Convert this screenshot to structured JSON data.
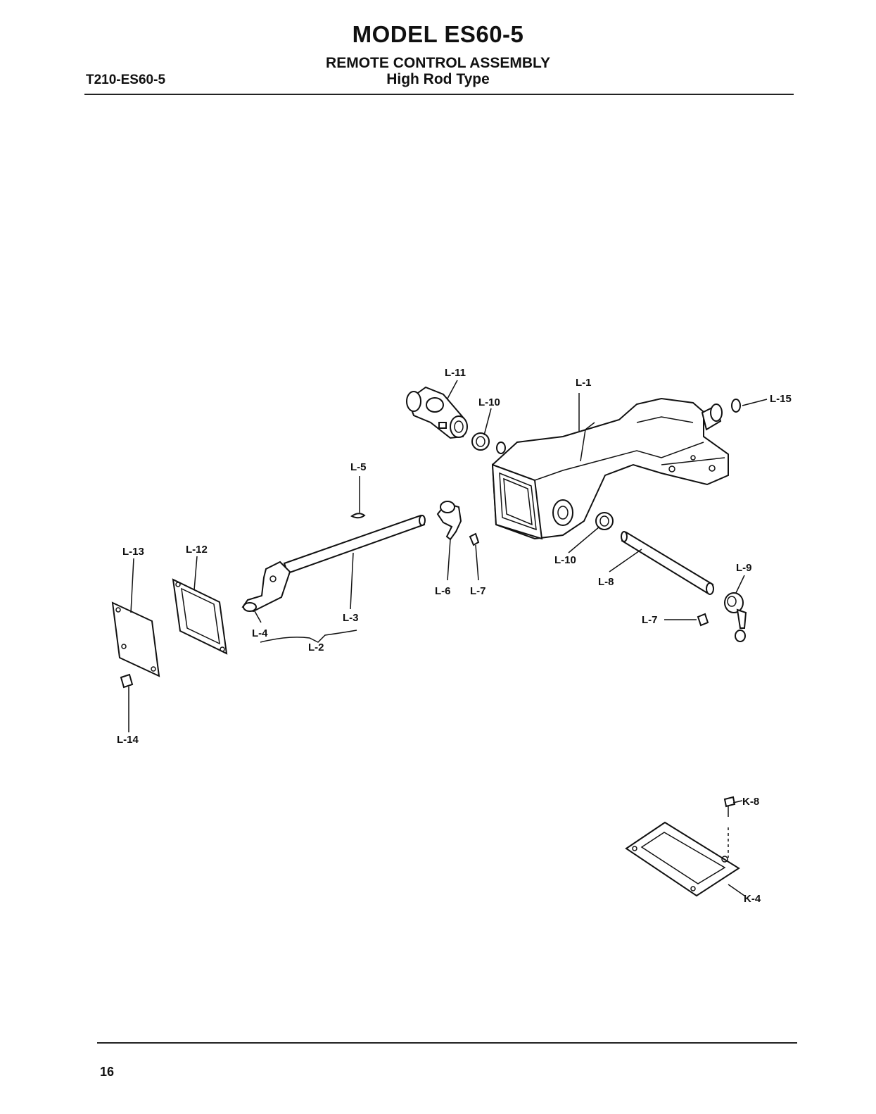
{
  "header": {
    "title": "MODEL ES60-5",
    "subtitle": "REMOTE CONTROL ASSEMBLY",
    "subtitle2": "High Rod Type",
    "doc_id": "T210-ES60-5"
  },
  "footer": {
    "page_number": "16"
  },
  "callouts": {
    "L1": "L-1",
    "L2": "L-2",
    "L3": "L-3",
    "L4": "L-4",
    "L5": "L-5",
    "L6": "L-6",
    "L7a": "L-7",
    "L7b": "L-7",
    "L8": "L-8",
    "L9": "L-9",
    "L10a": "L-10",
    "L10b": "L-10",
    "L11": "L-11",
    "L12": "L-12",
    "L13": "L-13",
    "L14": "L-14",
    "L15": "L-15",
    "K8": "K-8",
    "K4": "K-4"
  }
}
